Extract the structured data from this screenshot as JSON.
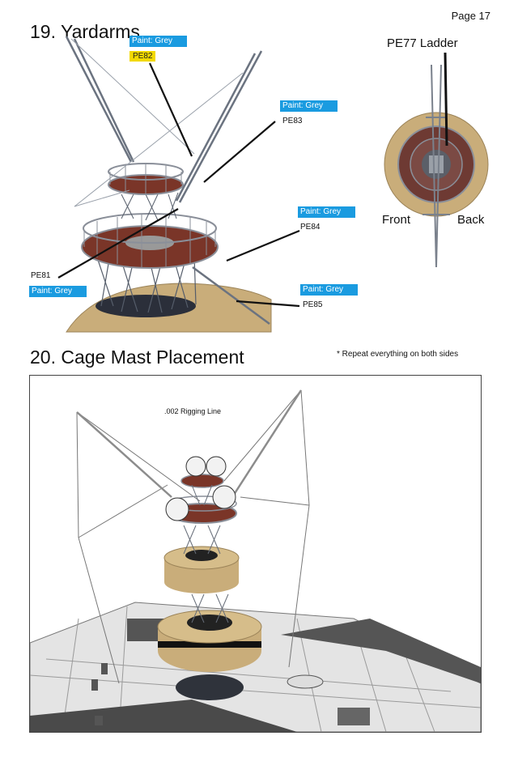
{
  "page": {
    "number": "Page 17"
  },
  "section19": {
    "title": "19. Yardarms",
    "callouts": [
      {
        "paint": "Paint: Grey",
        "part": "PE82"
      },
      {
        "paint": "Paint: Grey",
        "part": "PE83"
      },
      {
        "paint": "Paint: Grey",
        "part": "PE84"
      },
      {
        "paint": "Paint: Grey",
        "part": "PE81"
      },
      {
        "paint": "Paint: Grey",
        "part": "PE85"
      }
    ],
    "top_view": {
      "ladder_label": "PE77 Ladder",
      "front_label": "Front",
      "back_label": "Back"
    }
  },
  "section20": {
    "title": "20. Cage Mast Placement",
    "note": "* Repeat everything on both sides",
    "rigging_label": ".002 Rigging Line"
  },
  "colors": {
    "paint_tag": "#1a9be0",
    "highlight_tag": "#f2d900",
    "platform": "#7a3528",
    "wood": "#c9ad7a"
  }
}
